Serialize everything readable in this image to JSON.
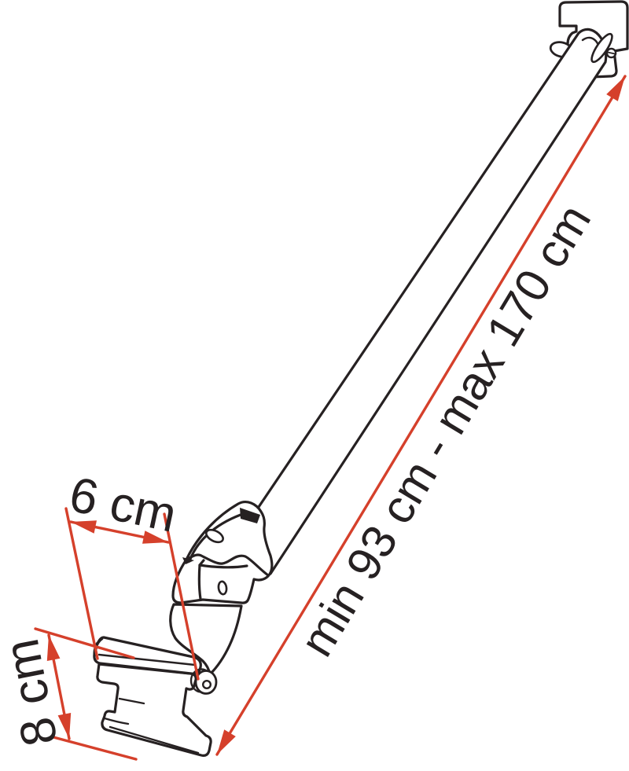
{
  "dimensions": {
    "length_label": "min 93 cm - max 170 cm",
    "width_label": "6 cm",
    "height_label": "8 cm"
  },
  "colors": {
    "dimension_red": "#d5402b",
    "line_black": "#262122",
    "background": "#ffffff"
  }
}
